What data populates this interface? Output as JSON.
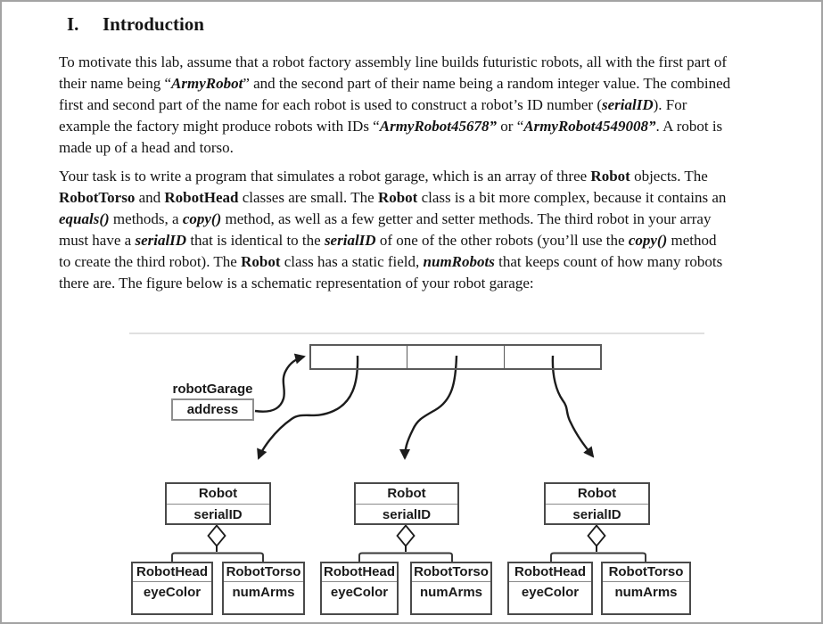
{
  "heading": {
    "numeral": "I.",
    "title": "Introduction"
  },
  "paragraphs": [
    {
      "lines": [
        [
          {
            "t": "To motivate this lab, assume that a robot factory assembly line builds futuristic robots, all with the first part of"
          }
        ],
        [
          {
            "t": "their name being “"
          },
          {
            "t": "ArmyRobot",
            "b": true,
            "i": true
          },
          {
            "t": "” and the second part of their name being a random integer value. The combined"
          }
        ],
        [
          {
            "t": "first and second part of the name for each robot is used to construct a robot’s ID number ("
          },
          {
            "t": "serialID",
            "b": true,
            "i": true
          },
          {
            "t": "). For"
          }
        ],
        [
          {
            "t": "example the factory might produce robots with IDs “"
          },
          {
            "t": "ArmyRobot45678”",
            "b": true,
            "i": true
          },
          {
            "t": " or “"
          },
          {
            "t": "ArmyRobot4549008”",
            "b": true,
            "i": true
          },
          {
            "t": ". A robot is"
          }
        ],
        [
          {
            "t": "made up of a head and torso."
          }
        ]
      ]
    },
    {
      "lines": [
        [
          {
            "t": "Your task is to write a program that simulates a robot garage, which is an array of three "
          },
          {
            "t": "Robot",
            "b": true
          },
          {
            "t": " objects. The"
          }
        ],
        [
          {
            "t": "RobotTorso",
            "b": true
          },
          {
            "t": " and "
          },
          {
            "t": "RobotHead",
            "b": true
          },
          {
            "t": " classes are small. The "
          },
          {
            "t": "Robot",
            "b": true
          },
          {
            "t": " class is a bit more complex, because it contains an"
          }
        ],
        [
          {
            "t": "equals()",
            "b": true,
            "i": true
          },
          {
            "t": " methods, a "
          },
          {
            "t": "copy()",
            "b": true,
            "i": true
          },
          {
            "t": " method, as well as a few getter and setter methods. The third robot in your array"
          }
        ],
        [
          {
            "t": "must have a "
          },
          {
            "t": "serialID",
            "b": true,
            "i": true
          },
          {
            "t": " that is identical to the "
          },
          {
            "t": "serialID",
            "b": true,
            "i": true
          },
          {
            "t": " of one of the other robots (you’ll use the "
          },
          {
            "t": "copy()",
            "b": true,
            "i": true
          },
          {
            "t": " method"
          }
        ],
        [
          {
            "t": "to create the third robot). The "
          },
          {
            "t": "Robot",
            "b": true
          },
          {
            "t": " class has a static field, "
          },
          {
            "t": "numRobots",
            "b": true,
            "i": true
          },
          {
            "t": " that keeps count of how many robots"
          }
        ],
        [
          {
            "t": "there are. The figure below is a schematic representation of your robot garage:"
          }
        ]
      ]
    }
  ],
  "diagram": {
    "garage_pointer": {
      "label": "robotGarage",
      "field": "address"
    },
    "array_cells": 3,
    "robots": [
      {
        "title": "Robot",
        "field": "serialID",
        "parts": [
          {
            "title": "RobotHead",
            "field": "eyeColor"
          },
          {
            "title": "RobotTorso",
            "field": "numArms"
          }
        ]
      },
      {
        "title": "Robot",
        "field": "serialID",
        "parts": [
          {
            "title": "RobotHead",
            "field": "eyeColor"
          },
          {
            "title": "RobotTorso",
            "field": "numArms"
          }
        ]
      },
      {
        "title": "Robot",
        "field": "serialID",
        "parts": [
          {
            "title": "RobotHead",
            "field": "eyeColor"
          },
          {
            "title": "RobotTorso",
            "field": "numArms"
          }
        ]
      }
    ],
    "colors": {
      "arrow_stroke": "#1c1c1c",
      "box_border": "#4a4a4a",
      "divider": "#8a8a8a",
      "faint_line": "#d6d6d6",
      "page_border": "#a3a3a3"
    }
  }
}
